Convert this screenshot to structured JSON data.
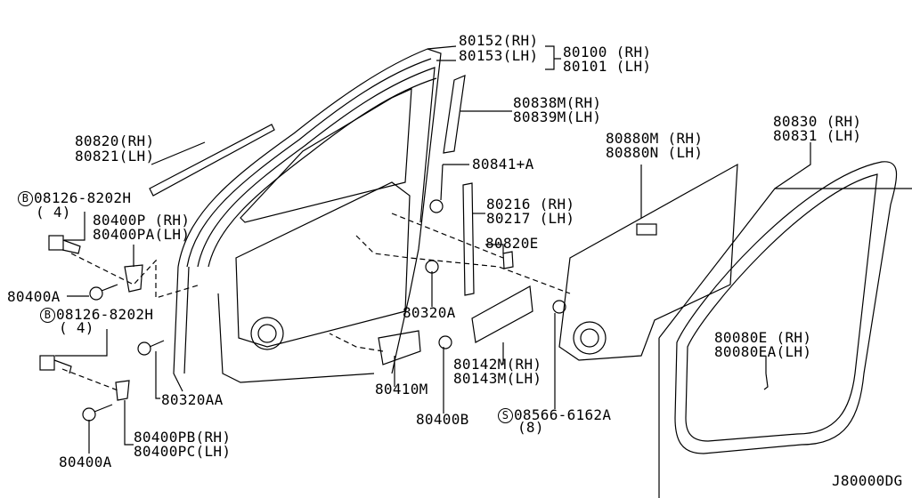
{
  "labels": {
    "p80152": "80152(RH)",
    "p80153": "80153(LH)",
    "p80100": "80100 (RH)",
    "p80101": "80101 (LH)",
    "p80838m": "80838M(RH)",
    "p80839m": "80839M(LH)",
    "p80820": "80820(RH)",
    "p80821": "80821(LH)",
    "bolt1_symbol": "B",
    "bolt1": "08126-8202H",
    "bolt1_qty": "( 4)",
    "p80400p": "80400P (RH)",
    "p80400pa": "80400PA(LH)",
    "p80841a": "80841+A",
    "p80880m": "80880M (RH)",
    "p80880n": "80880N (LH)",
    "p80830": "80830 (RH)",
    "p80831": "80831 (LH)",
    "p80216": "80216 (RH)",
    "p80217": "80217 (LH)",
    "p80820e": "80820E",
    "p80400a_top": "80400A",
    "bolt2_symbol": "B",
    "bolt2": "08126-8202H",
    "bolt2_qty": "( 4)",
    "p80320a": "80320A",
    "p80080e": "80080E (RH)",
    "p80080ea": "80080EA(LH)",
    "p80142m": "80142M(RH)",
    "p80143m": "80143M(LH)",
    "p80320aa": "80320AA",
    "p80410m": "80410M",
    "p80400b": "80400B",
    "screw_symbol": "S",
    "screw": "08566-6162A",
    "screw_qty": "(8)",
    "p80400pb": "80400PB(RH)",
    "p80400pc": "80400PC(LH)",
    "p80400a_bottom": "80400A",
    "diagram_code": "J80000DG"
  }
}
